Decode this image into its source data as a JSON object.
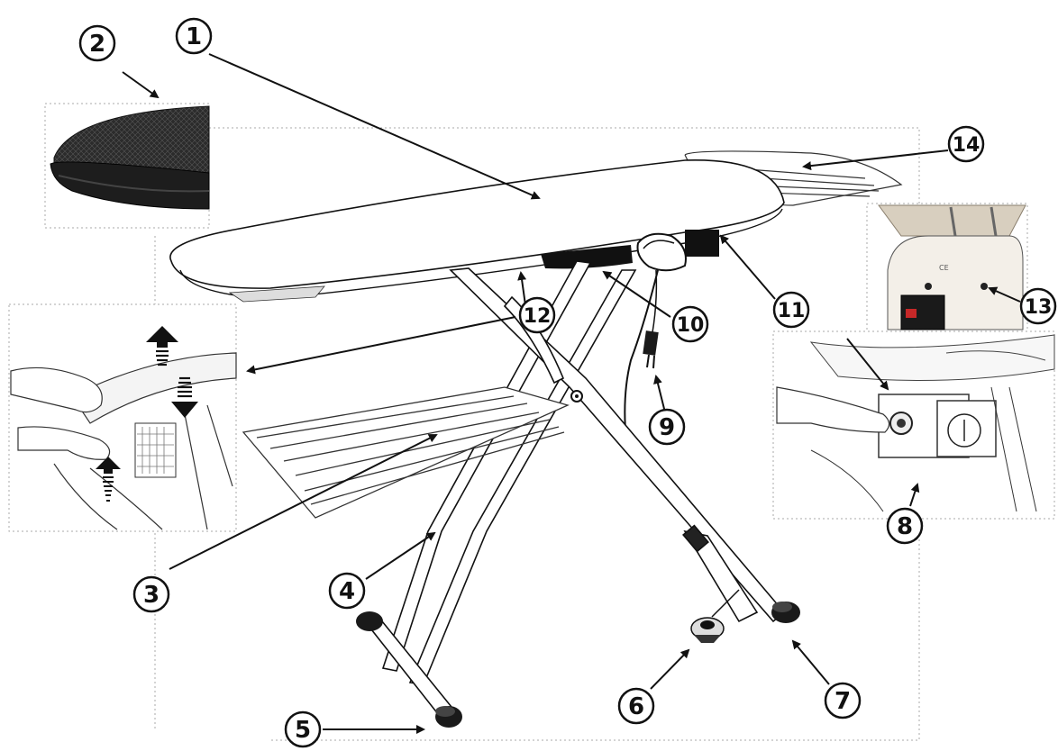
{
  "diagram": {
    "callouts": [
      {
        "id": "1",
        "label": "1"
      },
      {
        "id": "2",
        "label": "2"
      },
      {
        "id": "3",
        "label": "3"
      },
      {
        "id": "4",
        "label": "4"
      },
      {
        "id": "5",
        "label": "5"
      },
      {
        "id": "6",
        "label": "6"
      },
      {
        "id": "7",
        "label": "7"
      },
      {
        "id": "8",
        "label": "8"
      },
      {
        "id": "9",
        "label": "9"
      },
      {
        "id": "10",
        "label": "10"
      },
      {
        "id": "11",
        "label": "11"
      },
      {
        "id": "12",
        "label": "12"
      },
      {
        "id": "13",
        "label": "13"
      },
      {
        "id": "14",
        "label": "14"
      }
    ],
    "panel_text": {
      "ce_mark": "CE"
    }
  }
}
